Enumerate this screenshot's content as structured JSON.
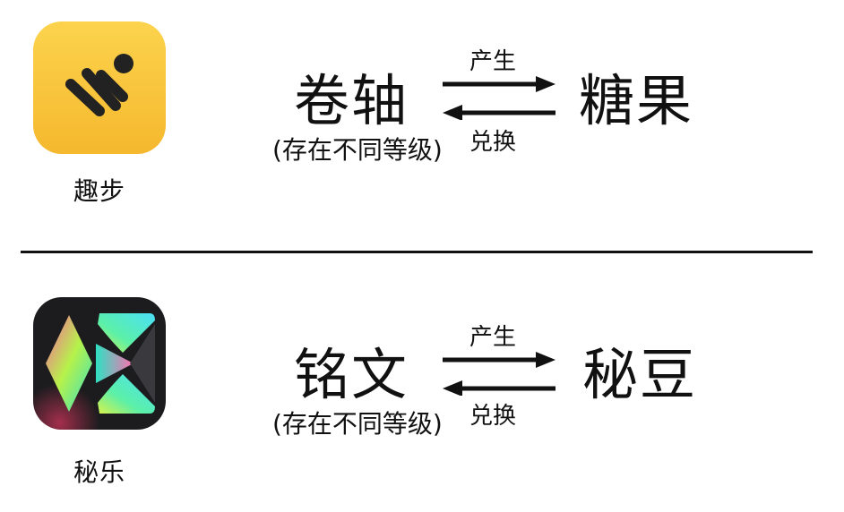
{
  "sections": [
    {
      "app_name": "趣步",
      "app_icon": "running-figure-icon",
      "left_item": "卷轴",
      "left_note": "(存在不同等级)",
      "forward_label": "产生",
      "backward_label": "兑换",
      "right_item": "糖果"
    },
    {
      "app_name": "秘乐",
      "app_icon": "gradient-cube-icon",
      "left_item": "铭文",
      "left_note": "(存在不同等级)",
      "forward_label": "产生",
      "backward_label": "兑换",
      "right_item": "秘豆"
    }
  ],
  "colors": {
    "qubu_icon_top": "#FCD34D",
    "qubu_icon_bottom": "#F5B82E",
    "qubu_glyph": "#222222",
    "mile_icon_bg": "#1C1C1E",
    "text": "#111111",
    "divider": "#111111"
  }
}
